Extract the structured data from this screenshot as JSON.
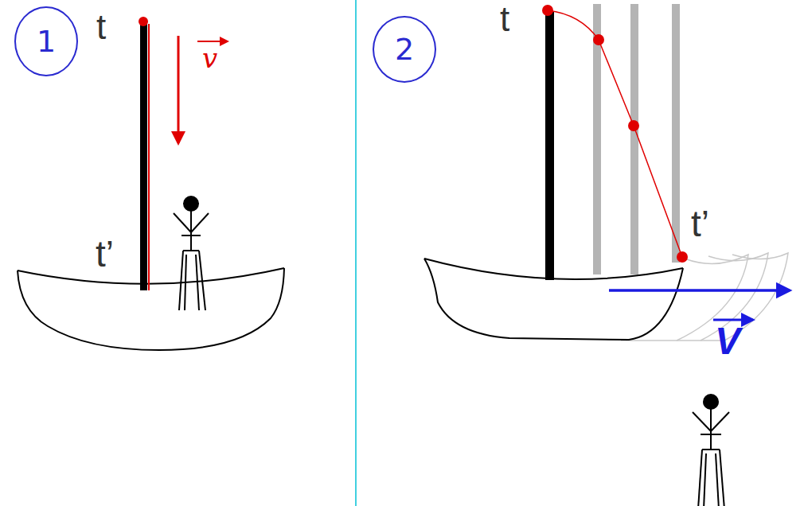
{
  "diagram": {
    "nodes": [
      {
        "text": [
          "1"
        ]
      },
      {
        "text": [
          "2"
        ]
      }
    ],
    "edges": [],
    "labels": [
      "t",
      "t’",
      "v",
      "t",
      "t’",
      "V"
    ]
  }
}
